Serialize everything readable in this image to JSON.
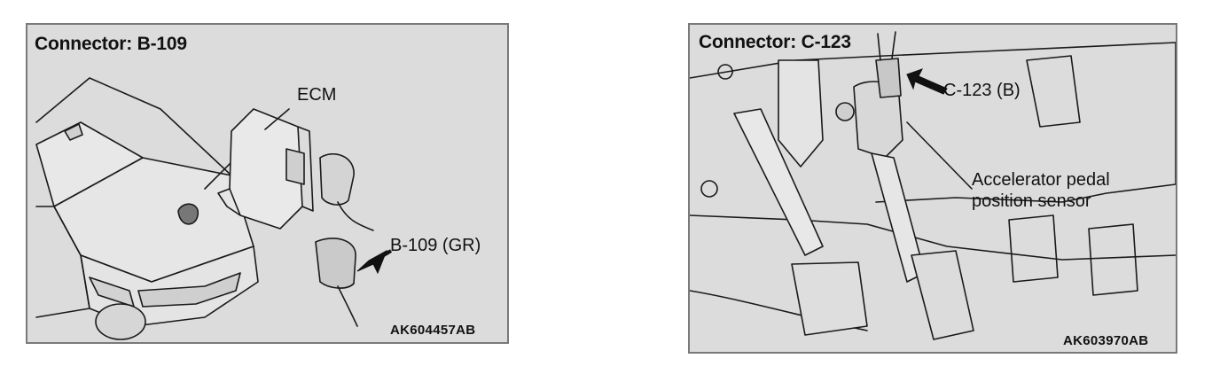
{
  "left_panel": {
    "title": "Connector: B-109",
    "ecm_label": "ECM",
    "connector_label": "B-109 (GR)",
    "figure_code": "AK604457AB"
  },
  "right_panel": {
    "title": "Connector: C-123",
    "connector_label": "C-123 (B)",
    "sensor_label_line1": "Accelerator pedal",
    "sensor_label_line2": "position sensor",
    "figure_code": "AK603970AB"
  }
}
